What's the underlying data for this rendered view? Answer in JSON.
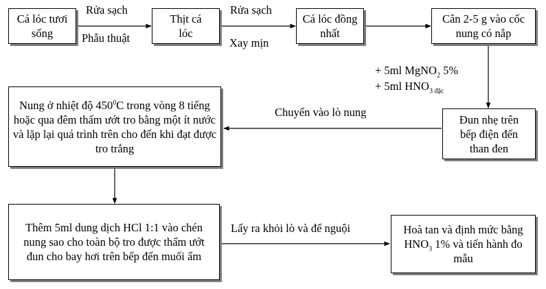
{
  "boxes": {
    "b1": "Cá lóc tươi sống",
    "b2": "Thịt cá lóc",
    "b3": "Cá lóc đồng nhất",
    "b4": "Cân 2-5 g vào cốc nung có nắp",
    "b5": "Đun nhẹ trên bếp điện đến than đen",
    "b6_part1": "Nung ở nhiệt độ 450",
    "b6_sup": "0",
    "b6_part2": "C trong vòng 8 tiếng hoặc qua đêm thấm ướt tro bằng một ít nước và lặp lại quá trình trên cho đến khi đạt được tro trắng",
    "b7": "Thêm 5ml dung dịch HCl 1:1 vào chén nung sao cho toàn bộ tro được thấm ướt đun cho bay hơi trên bếp đến muối ẩm",
    "b8_part1": "Hoà tan và định mức bằng HNO",
    "b8_sub": "3",
    "b8_part2": " 1% và tiến hành đo mẫu"
  },
  "labels": {
    "l1_top": "Rửa sạch",
    "l1_bottom": "Phẫu thuật",
    "l2_top": "Rửa sạch",
    "l2_bottom": "Xay mịn",
    "reagent1_part1": "+ 5ml MgNO",
    "reagent1_sub": "2",
    "reagent1_part2": " 5%",
    "reagent2_part1": "+ 5ml HNO",
    "reagent2_sub": "3 đặc",
    "furnace": "Chuyển vào lò nung",
    "cool": "Lấy ra khỏi lò và để nguội"
  }
}
